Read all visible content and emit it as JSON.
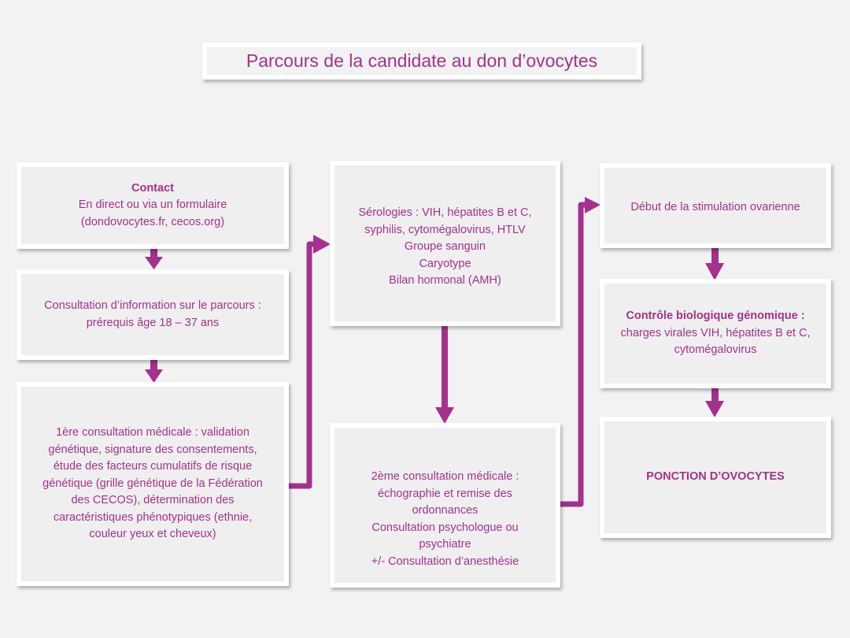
{
  "title": "Parcours de la candidate au don d’ovocytes",
  "accent_color": "#a3318d",
  "steps": {
    "contact": {
      "heading": "Contact",
      "lines": [
        "En direct ou via un formulaire",
        "(dondovocytes.fr, cecos.org)"
      ]
    },
    "info": {
      "lines": [
        "Consultation d’information sur le parcours :",
        "prérequis âge 18 – 37 ans"
      ]
    },
    "first_consult": {
      "lines": [
        "1ère consultation médicale : validation génétique, signature des consentements, étude des facteurs cumulatifs de risque génétique (grille génétique de la Fédération des CECOS), détermination des caractéristiques phénotypiques (ethnie, couleur yeux et cheveux)"
      ]
    },
    "serologies": {
      "lines": [
        "Sérologies : VIH, hépatites B et C,",
        "syphilis, cytomégalovirus, HTLV",
        "Groupe sanguin",
        "Caryotype",
        "Bilan hormonal (AMH)"
      ]
    },
    "second_consult": {
      "lines": [
        "2ème consultation médicale :",
        "échographie et remise des",
        "ordonnances",
        "Consultation psychologue ou",
        "psychiatre",
        "+/- Consultation d’anesthésie"
      ]
    },
    "stimulation": {
      "lines": [
        "Début de la stimulation ovarienne"
      ]
    },
    "controle": {
      "heading": "Contrôle biologique génomique :",
      "lines": [
        "charges virales VIH, hépatites B et C,",
        "cytomégalovirus"
      ]
    },
    "ponction": {
      "heading": "PONCTION D’OVOCYTES"
    }
  }
}
